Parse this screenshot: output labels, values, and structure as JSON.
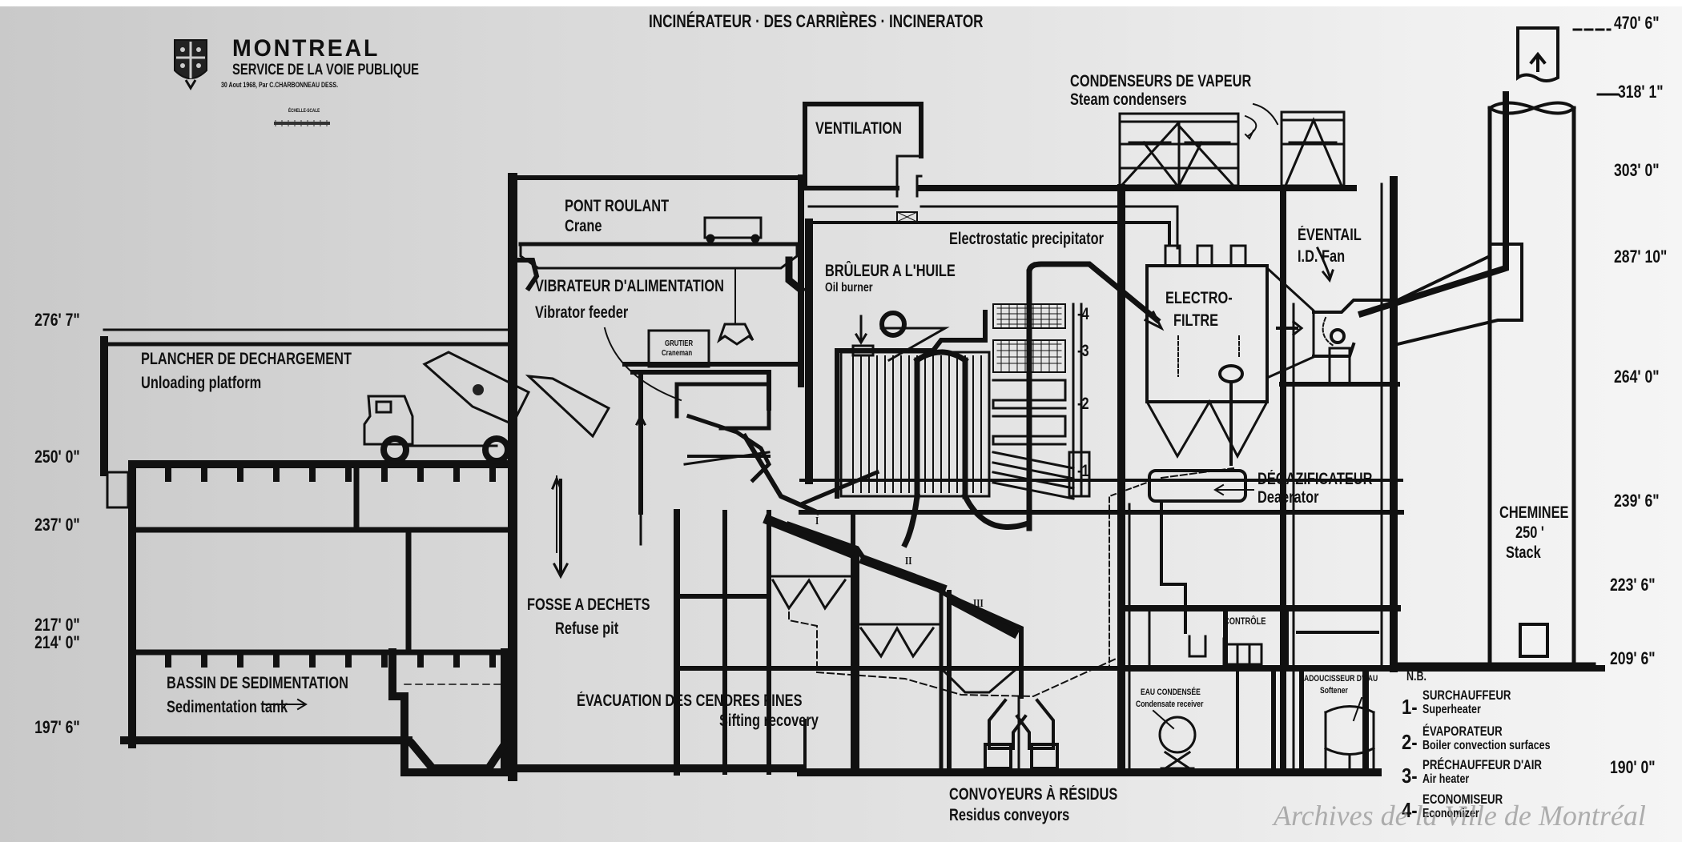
{
  "title": "INCINÉRATEUR · DES CARRIÈRES · INCINERATOR",
  "header": {
    "city": "MONTREAL",
    "department": "SERVICE DE LA VOIE PUBLIQUE",
    "drafting_credit": "30 Aout 1968, Par C.CHARBONNEAU DESS.",
    "scale_label": "ÉCHELLE-SCALE",
    "logo": "coat-of-arms-icon"
  },
  "labels": {
    "ventilation": "VENTILATION",
    "condensers_fr": "CONDENSEURS DE VAPEUR",
    "condensers_en": "Steam condensers",
    "crane_fr": "PONT ROULANT",
    "crane_en": "Crane",
    "precipitator_en": "Electrostatic precipitator",
    "fan_fr": "ÉVENTAIL",
    "fan_en": "I.D. Fan",
    "vibrator_fr": "VIBRATEUR D'ALIMENTATION",
    "vibrator_en": "Vibrator feeder",
    "burner_fr": "BRÛLEUR A L'HUILE",
    "burner_en": "Oil burner",
    "electrofiltre_1": "ELECTRO-",
    "electrofiltre_2": "FILTRE",
    "crane_operator_fr": "GRUTIER",
    "crane_operator_en": "Craneman",
    "unloading_fr": "PLANCHER DE DECHARGEMENT",
    "unloading_en": "Unloading platform",
    "deaerator_fr": "DÉGAZIFICATEUR",
    "deaerator_en": "Deaerator",
    "stack_fr": "CHEMINEE",
    "stack_height": "250 '",
    "stack_en": "Stack",
    "refuse_pit_fr": "FOSSE A DECHETS",
    "refuse_pit_en": "Refuse pit",
    "control": "CONTRÔLE",
    "sedimentation_fr": "BASSIN DE SEDIMENTATION",
    "sedimentation_en": "Sedimentation tank",
    "sifting_fr": "ÉVACUATION DES CENDRES FINES",
    "sifting_en": "Sifting recovery",
    "condensate_fr": "EAU CONDENSÉE",
    "condensate_en": "Condensate receiver",
    "softener_fr": "ADOUCISSEUR D'EAU",
    "softener_en": "Softener",
    "residus_fr": "CONVOYEURS À RÉSIDUS",
    "residus_en": "Residus conveyors",
    "grate_1": "I",
    "grate_2": "II",
    "grate_3": "III",
    "boiler_markers": [
      "-4",
      "-3",
      "-2",
      "-1"
    ]
  },
  "elevations_left": [
    "276' 7\"",
    "250' 0\"",
    "237' 0\"",
    "217' 0\"",
    "214' 0\"",
    "197' 6\""
  ],
  "elevations_right": [
    "470' 6\"",
    "318' 1\"",
    "303' 0\"",
    "287' 10\"",
    "264' 0\"",
    "239' 6\"",
    "223' 6\"",
    "209' 6\"",
    "190' 0\""
  ],
  "notes": {
    "heading": "N.B.",
    "items": [
      {
        "num": "1-",
        "fr": "SURCHAUFFEUR",
        "en": "Superheater"
      },
      {
        "num": "2-",
        "fr": "ÉVAPORATEUR",
        "en": "Boiler convection surfaces"
      },
      {
        "num": "3-",
        "fr": "PRÉCHAUFFEUR D'AIR",
        "en": "Air heater"
      },
      {
        "num": "4-",
        "fr": "ECONOMISEUR",
        "en": "Economizer"
      }
    ]
  },
  "watermark": "Archives de la Ville de Montréal"
}
